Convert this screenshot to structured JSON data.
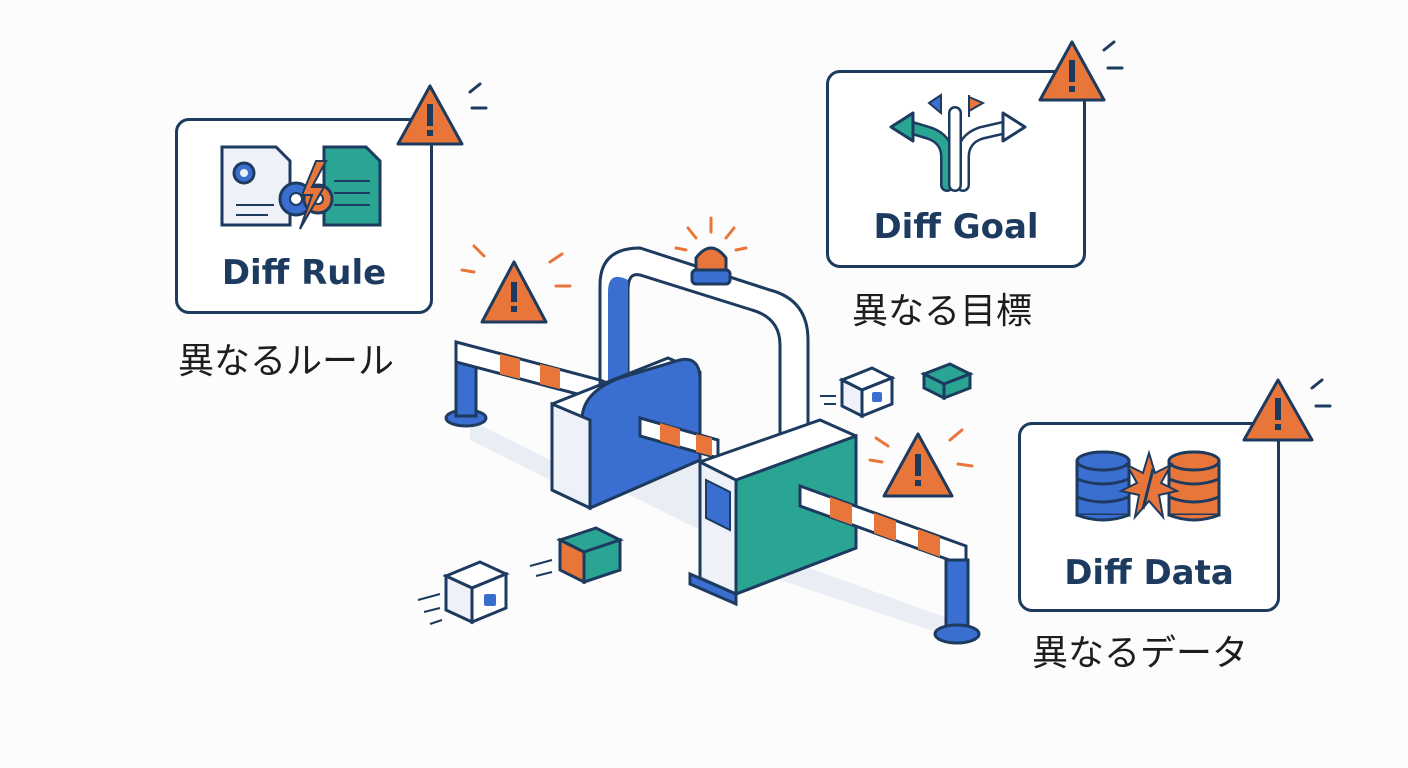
{
  "cards": {
    "rule": {
      "title": "Diff Rule",
      "subtitle": "異なるルール",
      "icon": "gears-document-conflict-icon"
    },
    "goal": {
      "title": "Diff Goal",
      "subtitle": "異なる目標",
      "icon": "diverging-arrows-icon"
    },
    "data": {
      "title": "Diff Data",
      "subtitle": "異なるデータ",
      "icon": "database-conflict-icon"
    }
  },
  "colors": {
    "navy": "#1d3a5f",
    "blue": "#3a6fd1",
    "teal": "#2aa493",
    "orange": "#e8763a",
    "light": "#eef2f8"
  }
}
